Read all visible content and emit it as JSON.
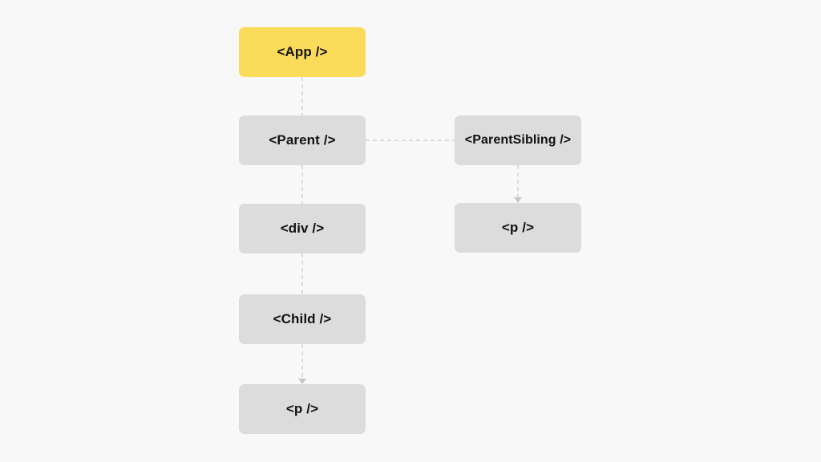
{
  "diagram": {
    "nodes": {
      "app": {
        "label": "<App />",
        "color": "#fbdb5a"
      },
      "parent": {
        "label": "<Parent />",
        "color": "#dcdcdc"
      },
      "div": {
        "label": "<div />",
        "color": "#dcdcdc"
      },
      "child": {
        "label": "<Child />",
        "color": "#dcdcdc"
      },
      "p_child": {
        "label": "<p />",
        "color": "#dcdcdc"
      },
      "parent_sibling": {
        "label": "<ParentSibling />",
        "color": "#dcdcdc"
      },
      "p_sibling": {
        "label": "<p />",
        "color": "#dcdcdc"
      }
    },
    "edges": [
      {
        "from": "app",
        "to": "parent",
        "style": "dashed"
      },
      {
        "from": "parent",
        "to": "div",
        "style": "dashed"
      },
      {
        "from": "div",
        "to": "child",
        "style": "dashed"
      },
      {
        "from": "child",
        "to": "p_child",
        "style": "dashed-arrow"
      },
      {
        "from": "parent",
        "to": "parent_sibling",
        "style": "dashed"
      },
      {
        "from": "parent_sibling",
        "to": "p_sibling",
        "style": "dashed-arrow"
      }
    ],
    "connector_color": "#d0d0d0",
    "background": "#f8f8f8"
  }
}
